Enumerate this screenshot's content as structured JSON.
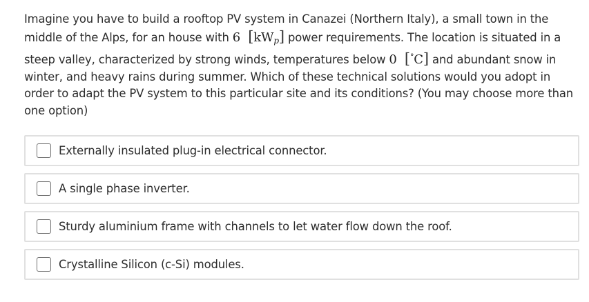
{
  "question": {
    "part1": "Imagine you have to build a rooftop PV system in Canazei (Northern Italy), a small town in the middle of the Alps, for an house with ",
    "power_value": "6",
    "power_unit_main": "kW",
    "power_unit_sub": "p",
    "part2": " power requirements. The location is situated in a steep valley, characterized by strong winds, temperatures below ",
    "temp_value": "0",
    "temp_unit_sup": "°",
    "temp_unit_main": "C",
    "part3": " and abundant snow in winter, and heavy rains during summer. Which of these technical solutions would you adopt in order to adapt the PV system to this particular site and its conditions? (You may choose more than one option)"
  },
  "options": [
    {
      "label": "Externally insulated plug-in electrical connector.",
      "checked": false
    },
    {
      "label": "A single phase inverter.",
      "checked": false
    },
    {
      "label": "Sturdy aluminium frame with channels to let water flow down the roof.",
      "checked": false
    },
    {
      "label": "Crystalline Silicon (c-Si) modules.",
      "checked": false
    }
  ],
  "brackets": {
    "open": "[",
    "close": "]"
  }
}
